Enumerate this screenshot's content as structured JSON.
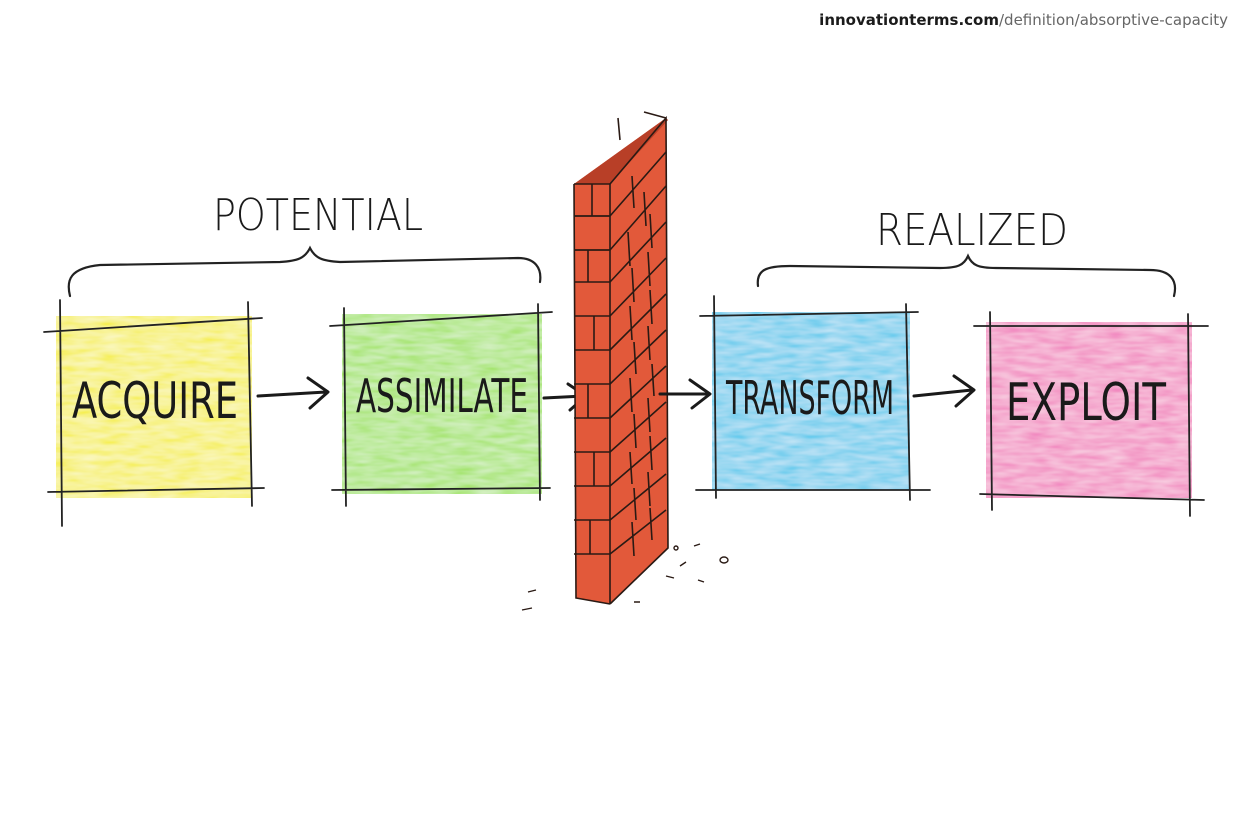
{
  "source": {
    "domain": "innovationterms.com",
    "path": "/definition/absorptive-capacity"
  },
  "groups": [
    {
      "label": "POTENTIAL"
    },
    {
      "label": "REALIZED"
    }
  ],
  "boxes": [
    {
      "label": "ACQUIRE",
      "fill": "#f5ee1c"
    },
    {
      "label": "ASSIMILATE",
      "fill": "#96e14a"
    },
    {
      "label": "TRANSFORM",
      "fill": "#3ec4ec"
    },
    {
      "label": "EXPLOIT",
      "fill": "#f176b8"
    }
  ],
  "colors": {
    "wall": "#e2593a",
    "ink": "#1a1a1a"
  },
  "icons": [
    "brick-wall-icon",
    "arrow-right-icon"
  ]
}
